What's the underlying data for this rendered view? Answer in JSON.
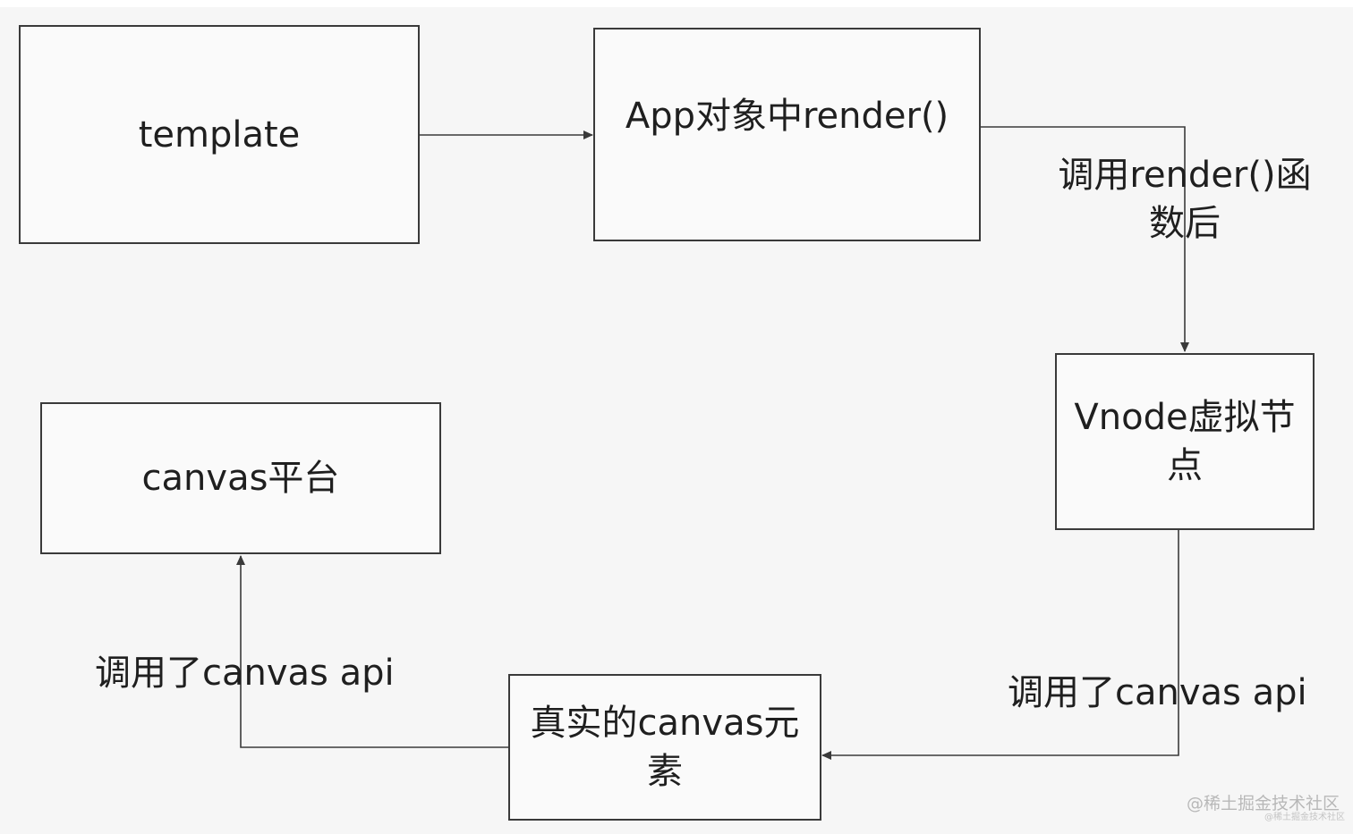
{
  "nodes": {
    "template": "template",
    "app_render": "App对象中render()",
    "vnode": "Vnode虚拟节点",
    "real_canvas": "真实的canvas元素",
    "canvas_platform": "canvas平台"
  },
  "edge_labels": {
    "after_render": "调用render()函数后",
    "vnode_to_real": "调用了canvas api",
    "real_to_platform": "调用了canvas api"
  },
  "watermark": {
    "main": "@稀土掘金技术社区",
    "small": "@稀土掘金技术社区"
  },
  "colors": {
    "background": "#f6f6f6",
    "stroke": "#3a3a3a",
    "text": "#1f1f1f"
  }
}
